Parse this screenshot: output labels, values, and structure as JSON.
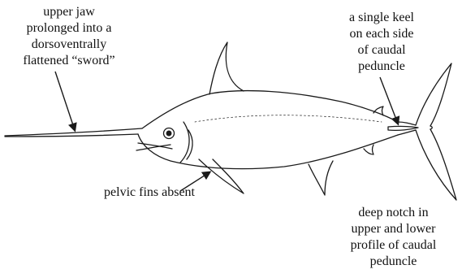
{
  "figure": {
    "labels": {
      "sword": [
        "upper jaw",
        "prolonged into a",
        "dorsoventrally",
        "flattened “sword”"
      ],
      "keel": [
        "a single keel",
        "on each side",
        "of caudal",
        "peduncle"
      ],
      "pelvic": [
        "pelvic fins absent"
      ],
      "notch": [
        "deep notch in",
        "upper and lower",
        "profile of caudal",
        "peduncle"
      ]
    },
    "colors": {
      "line": "#1a1a1a",
      "text": "#111111",
      "background": "#ffffff"
    }
  }
}
